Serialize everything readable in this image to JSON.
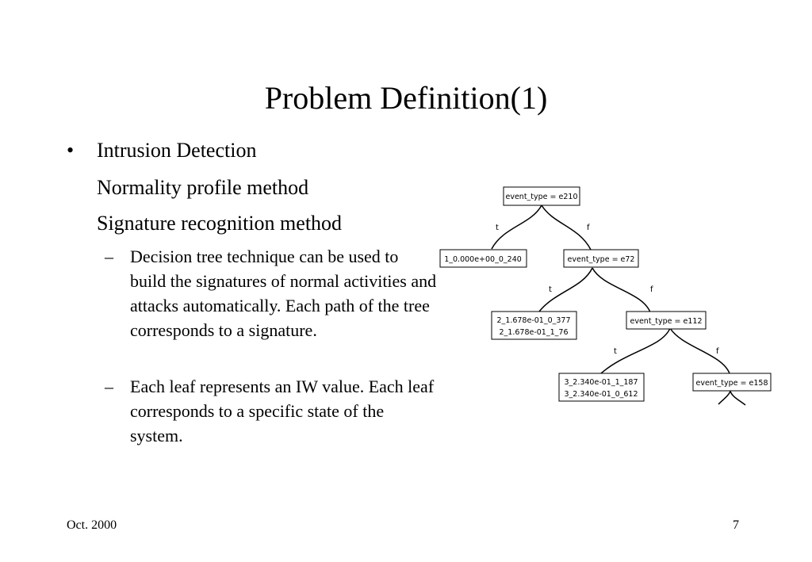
{
  "title": "Problem Definition(1)",
  "bullets": {
    "main": "Intrusion Detection",
    "line2": "Normality profile method",
    "line3": "Signature recognition method",
    "sub": [
      "Decision tree technique can be used to build the signatures of normal activities and attacks automatically. Each path of the tree corresponds to a signature.",
      "Each leaf represents an IW value. Each leaf corresponds to a specific state of the system."
    ],
    "dot": "•",
    "dash": "–"
  },
  "tree": {
    "nodes": {
      "root": "event_type = e210",
      "leaf1": "1_0.000e+00_0_240",
      "n2": "event_type = e72",
      "leaf2_a": "2_1.678e-01_0_377",
      "leaf2_b": "2_1.678e-01_1_76",
      "n3": "event_type = e112",
      "leaf3_a": "3_2.340e-01_1_187",
      "leaf3_b": "3_2.340e-01_0_612",
      "n4": "event_type = e158"
    },
    "edge_true": "t",
    "edge_false": "f"
  },
  "footer": {
    "date": "Oct. 2000",
    "page": "7"
  }
}
